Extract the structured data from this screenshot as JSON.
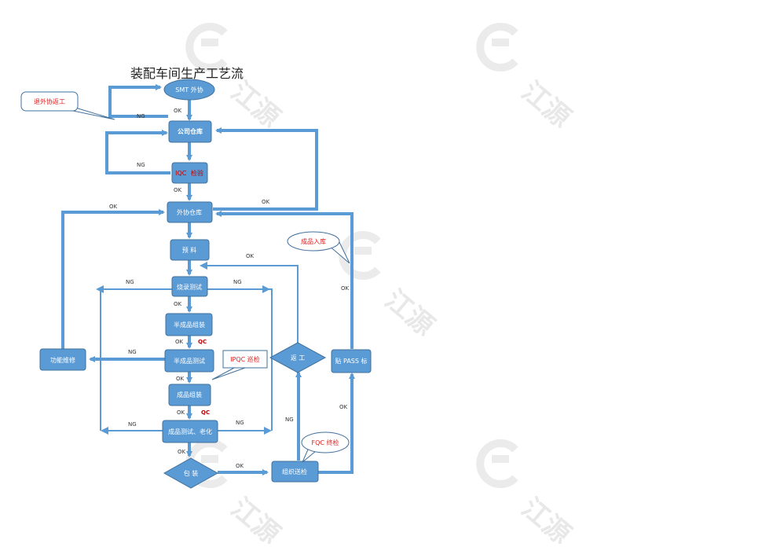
{
  "title": "装配车间生产工艺流",
  "watermark": {
    "text": "江源",
    "color": "#e6e6e6"
  },
  "colors": {
    "box_fill": "#5b9bd5",
    "box_stroke": "#41719c",
    "arrow": "#5b9bd5",
    "accent": "#c00000"
  },
  "nodes": {
    "smt_outsource": "SMT 外协",
    "company_warehouse": "公司仓库",
    "iqc_prefix": "IQC",
    "iqc_suffix": "检验",
    "outsource_warehouse": "外协仓库",
    "material_prep": "预 料",
    "burn_test": "烧录测试",
    "semi_assembly": "半成品组装",
    "semi_test": "半成品测试",
    "product_assembly": "成品组装",
    "product_test": "成品测试、老化",
    "packaging": "包 装",
    "inspection": "组织送检",
    "rework": "返 工",
    "pass_label": "贴 PASS 标",
    "repair": "功能维修"
  },
  "callouts": {
    "return_outsource": "退外协返工",
    "finished_storage": "成品入库",
    "ipqc": "IPQC 巡检",
    "fqc": "FQC 终检"
  },
  "labels": {
    "ok": "OK",
    "ng": "NG",
    "qc": "QC"
  }
}
